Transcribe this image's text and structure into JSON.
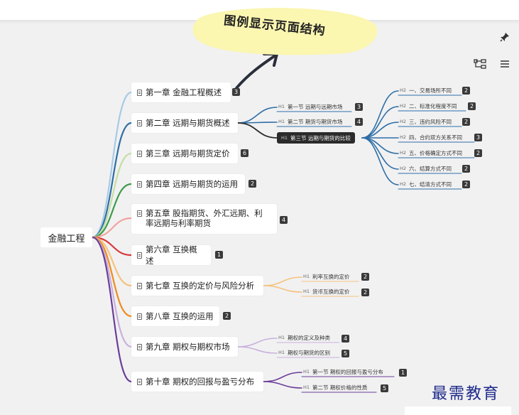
{
  "callout": {
    "text": "图例显示页面结构"
  },
  "toolbar": {
    "pin_icon": "pin-icon",
    "tree_icon": "tree-structure-icon",
    "menu_icon": "hamburger-menu-icon"
  },
  "mindmap": {
    "root": "金融工程",
    "chapters": [
      {
        "label": "第一章  金融工程概述",
        "count": "3",
        "color": "#a7cbe5"
      },
      {
        "label": "第二章  远期与期货概述",
        "count": "",
        "color": "#2f6ea6",
        "children": [
          {
            "h": "H1",
            "label": "第一节  远期与远期市场",
            "count": "3"
          },
          {
            "h": "H1",
            "label": "第二节  期货与期货市场",
            "count": "4"
          },
          {
            "h": "H1",
            "label": "第三节  远期与期货的比较",
            "count": "",
            "active": true,
            "children": [
              {
                "h": "H2",
                "label": "一、交易场所不同",
                "count": "2"
              },
              {
                "h": "H2",
                "label": "二、标准化程度不同",
                "count": "2"
              },
              {
                "h": "H2",
                "label": "三、违约风险不同",
                "count": "2"
              },
              {
                "h": "H2",
                "label": "四、合约双方关系不同",
                "count": "3"
              },
              {
                "h": "H2",
                "label": "五、价格确定方式不同",
                "count": "2"
              },
              {
                "h": "H2",
                "label": "六、结算方式不同",
                "count": "2"
              },
              {
                "h": "H2",
                "label": "七、结清方式不同",
                "count": "2"
              }
            ]
          }
        ]
      },
      {
        "label": "第三章  远期与期货定价",
        "count": "6",
        "color": "#c4dfa3"
      },
      {
        "label": "第四章  远期与期货的运用",
        "count": "2",
        "color": "#3f9b4a"
      },
      {
        "label": "第五章  股指期货、外汇远期、利率远期与利率期货",
        "label_line1": "第五章  股指期货、外汇远期、利",
        "label_line2": "率远期与利率期货",
        "count": "4",
        "color": "#f2a4a0"
      },
      {
        "label": "第六章  互换概述",
        "count": "1",
        "color": "#d8383a"
      },
      {
        "label": "第七章  互换的定价与风险分析",
        "count": "",
        "color": "#f6c27e",
        "children": [
          {
            "h": "H1",
            "label": "利率互换的定价",
            "count": "2"
          },
          {
            "h": "H1",
            "label": "货币互换的定价",
            "count": "2"
          }
        ]
      },
      {
        "label": "第八章  互换的运用",
        "count": "2",
        "color": "#f08c1c"
      },
      {
        "label": "第九章  期权与期权市场",
        "count": "",
        "color": "#c9b0dc",
        "children": [
          {
            "h": "H1",
            "label": "期权的定义及种类",
            "count": "4"
          },
          {
            "h": "H1",
            "label": "期权与期货的区别",
            "count": "5"
          }
        ]
      },
      {
        "label": "第十章  期权的回报与盈亏分布",
        "count": "",
        "color": "#6b3f98",
        "children": [
          {
            "h": "H1",
            "label": "第一节  期权的回报与盈亏分布",
            "count": "1"
          },
          {
            "h": "H1",
            "label": "第二节  期权价格的性质",
            "count": "5"
          }
        ]
      }
    ]
  },
  "watermark": {
    "text": "最需教育"
  }
}
